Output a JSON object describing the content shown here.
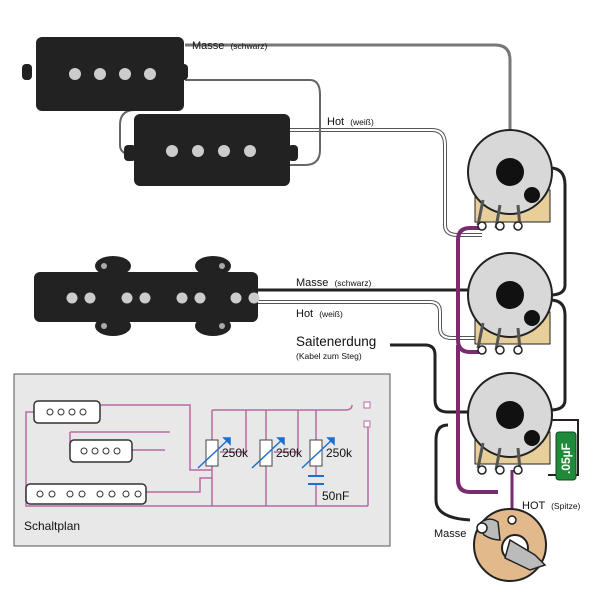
{
  "labels": {
    "p_ground_main": "Masse",
    "p_ground_sub": "(schwarz)",
    "p_hot_main": "Hot",
    "p_hot_sub": "(weiß)",
    "j_ground_main": "Masse",
    "j_ground_sub": "(schwarz)",
    "j_hot_main": "Hot",
    "j_hot_sub": "(weiß)",
    "bridge_main": "Saitenerdung",
    "bridge_sub": "(Kabel zum Steg)",
    "jack_ground": "Masse",
    "jack_hot_main": "HOT",
    "jack_hot_sub": "(Spitze)",
    "cap": ".05µF"
  },
  "schematic": {
    "title": "Schaltplan",
    "pot1": "250k",
    "pot2": "250k",
    "pot3": "250k",
    "cap": "50nF"
  },
  "colors": {
    "pickup": "#222222",
    "pot": "#d8d8d8",
    "pot_lug_board": "#e8cf9a",
    "wire_black": "#222222",
    "wire_purple": "#7a2a6e",
    "wire_gray": "#888888",
    "cap": "#1f8a3a",
    "schematic_line": "#b86aa3",
    "schematic_bg": "#e8e8e8",
    "jack": "#e2b98a"
  }
}
